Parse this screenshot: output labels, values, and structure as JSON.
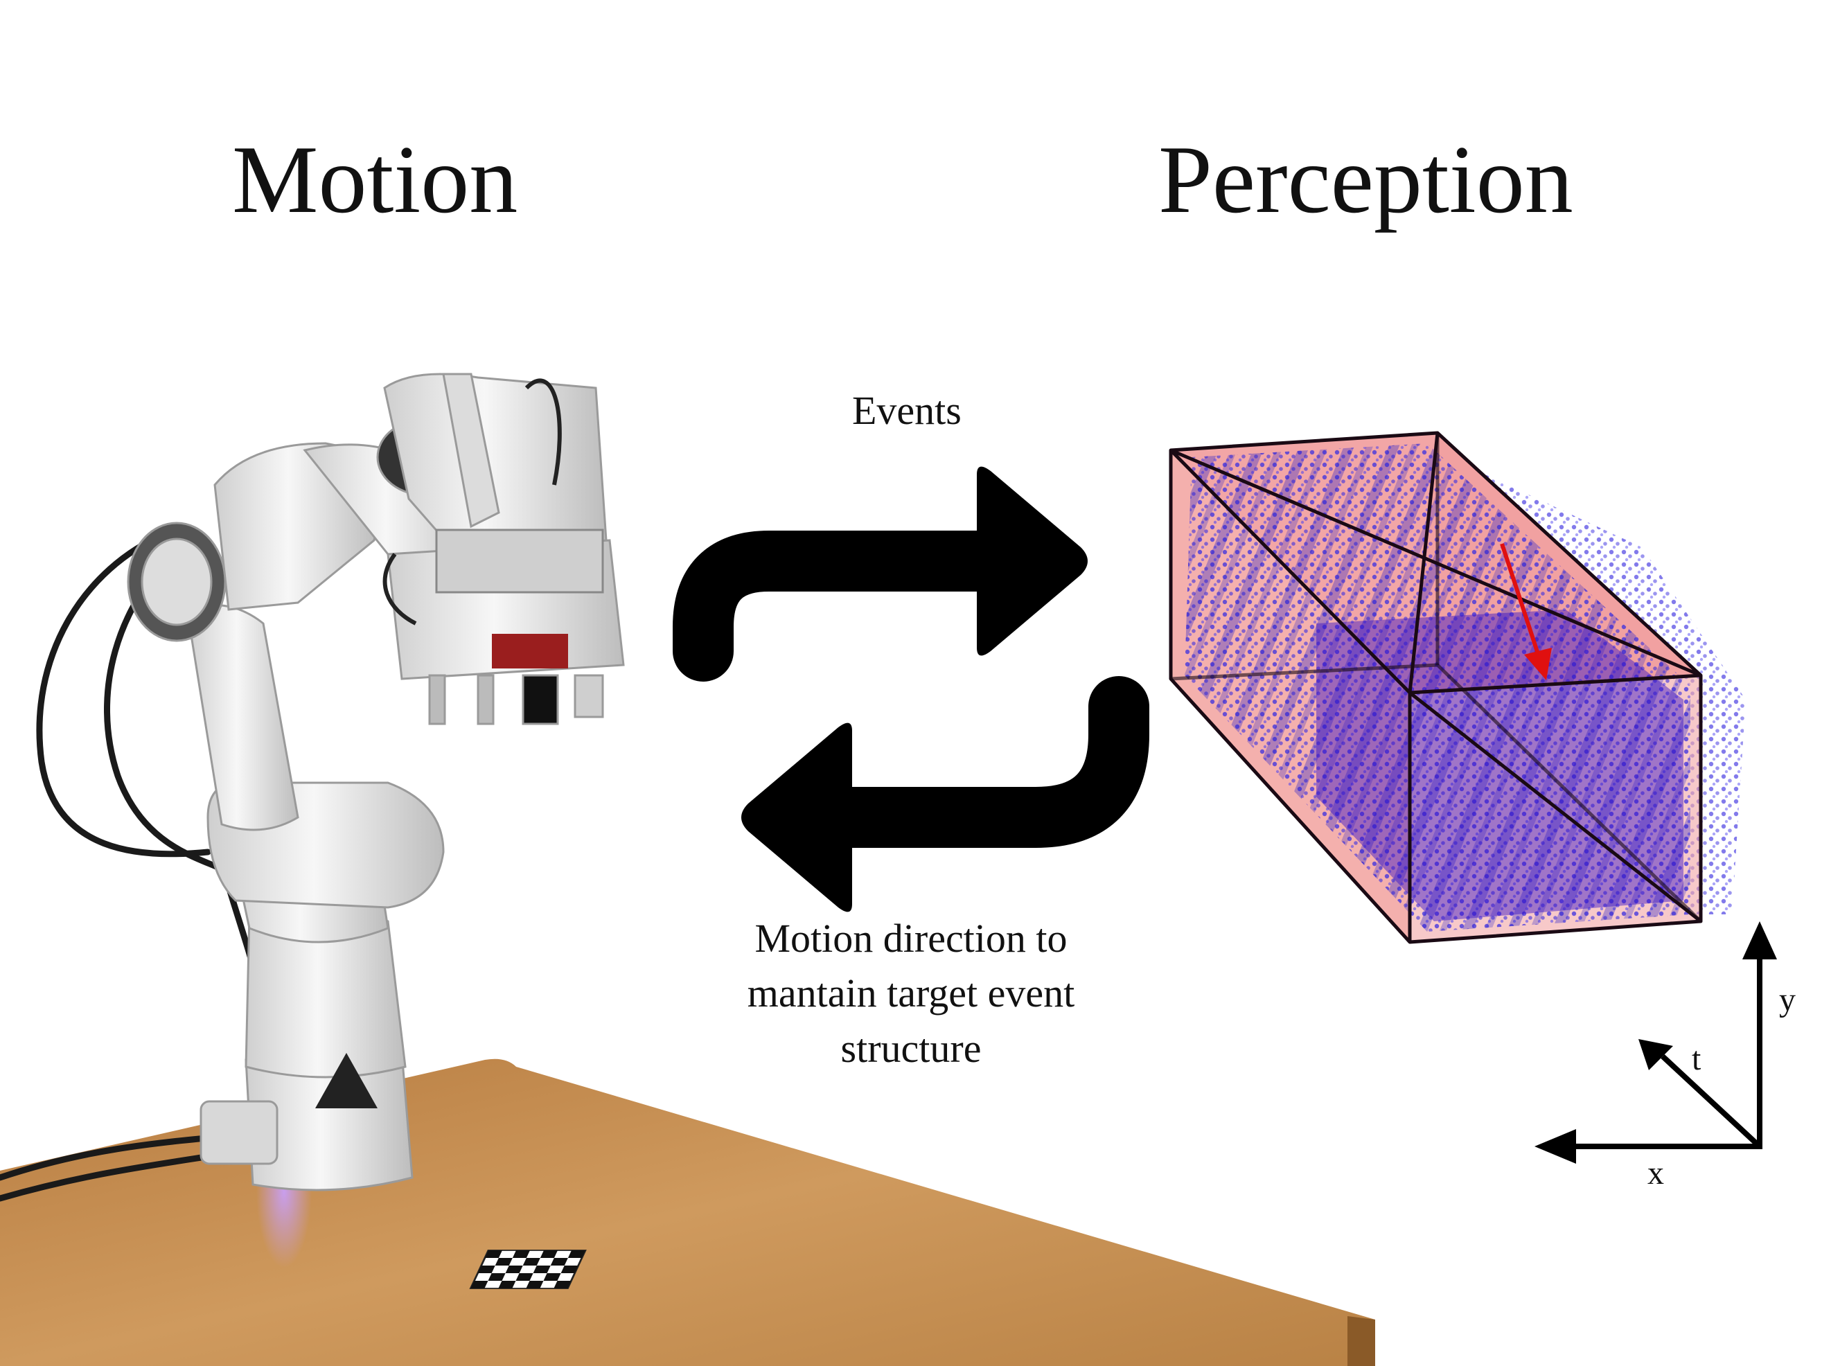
{
  "headings": {
    "left": "Motion",
    "right": "Perception"
  },
  "arrows": {
    "top_label": "Events",
    "bottom_label_lines": [
      "Motion direction to",
      "mantain target event",
      "structure"
    ]
  },
  "axes": {
    "x": "x",
    "y": "y",
    "t": "t"
  },
  "colors": {
    "arrow": "#000000",
    "box_fill": "#f2a6a6",
    "event_points": "#3030e8",
    "flow_arrow": "#e01010",
    "table": "#c48a4c",
    "robot": "#e9e9e9"
  }
}
